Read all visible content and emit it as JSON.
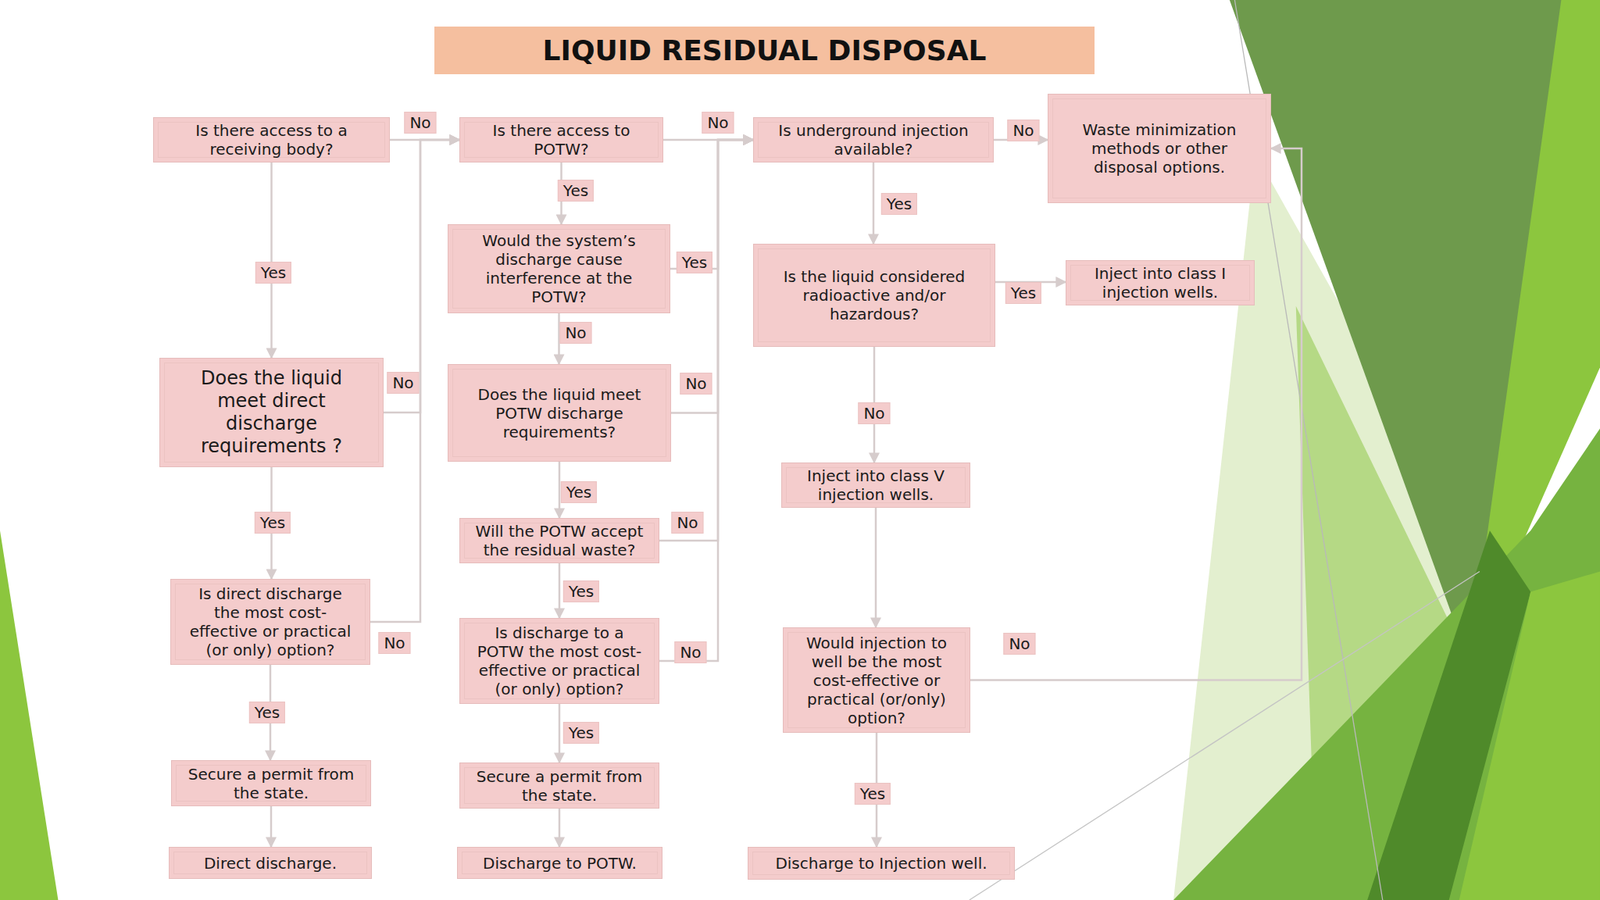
{
  "diagram": {
    "title": "LIQUID RESIDUAL DISPOSAL",
    "nodes": [
      {
        "text": [
          "Is there access to a receiving body?"
        ]
      },
      {
        "text": [
          "Is there access to POTW?"
        ]
      },
      {
        "text": [
          "Is underground injection available?"
        ]
      },
      {
        "text": [
          "Waste minimization methods or other disposal options."
        ]
      },
      {
        "text": [
          "Does the liquid meet direct discharge requirements ?"
        ]
      },
      {
        "text": [
          "Would the system’s discharge cause interference at the POTW?"
        ]
      },
      {
        "text": [
          "Is the liquid considered radioactive and/or hazardous?"
        ]
      },
      {
        "text": [
          "Inject into class I injection wells."
        ]
      },
      {
        "text": [
          "Does the liquid meet POTW discharge requirements?"
        ]
      },
      {
        "text": [
          "Inject into class V injection wells."
        ]
      },
      {
        "text": [
          "Will the POTW accept the residual waste?"
        ]
      },
      {
        "text": [
          "Is direct discharge the most cost-effective or practical (or only) option?"
        ]
      },
      {
        "text": [
          "Is discharge to a POTW the most cost-effective or practical (or only) option?"
        ]
      },
      {
        "text": [
          "Would injection to well be the most cost-effective or practical (or/only) option?"
        ]
      },
      {
        "text": [
          "Secure a permit from the state."
        ]
      },
      {
        "text": [
          "Secure a permit from the state."
        ]
      },
      {
        "text": [
          "Direct discharge."
        ]
      },
      {
        "text": [
          "Discharge to POTW."
        ]
      },
      {
        "text": [
          "Discharge to Injection well."
        ]
      }
    ],
    "edges": [
      {
        "from": 0,
        "to": 1,
        "label": "No",
        "arrow": "to"
      },
      {
        "from": 4,
        "to": 1,
        "label": "No",
        "arrow": "to"
      },
      {
        "from": 11,
        "to": 1,
        "label": "No",
        "arrow": "to"
      },
      {
        "from": 0,
        "to": 4,
        "label": "Yes",
        "arrow": "to"
      },
      {
        "from": 4,
        "to": 11,
        "label": "Yes",
        "arrow": "to"
      },
      {
        "from": 11,
        "to": 14,
        "label": "Yes",
        "arrow": "to"
      },
      {
        "from": 14,
        "to": 16,
        "arrow": "to"
      },
      {
        "from": 1,
        "to": 2,
        "label": "No",
        "arrow": "to"
      },
      {
        "from": 1,
        "to": 5,
        "label": "Yes",
        "arrow": "to"
      },
      {
        "from": 5,
        "to": 2,
        "label": "Yes",
        "arrow": "to"
      },
      {
        "from": 5,
        "to": 8,
        "label": "No",
        "arrow": "to"
      },
      {
        "from": 8,
        "to": 2,
        "label": "No",
        "arrow": "to"
      },
      {
        "from": 8,
        "to": 10,
        "label": "Yes",
        "arrow": "to"
      },
      {
        "from": 10,
        "to": 2,
        "label": "No",
        "arrow": "to"
      },
      {
        "from": 10,
        "to": 12,
        "label": "Yes",
        "arrow": "to"
      },
      {
        "from": 12,
        "to": 2,
        "label": "No",
        "arrow": "to"
      },
      {
        "from": 12,
        "to": 15,
        "label": "Yes",
        "arrow": "to"
      },
      {
        "from": 15,
        "to": 17,
        "arrow": "to"
      },
      {
        "from": 2,
        "to": 3,
        "label": "No",
        "arrow": "to"
      },
      {
        "from": 2,
        "to": 6,
        "label": "Yes",
        "arrow": "to"
      },
      {
        "from": 6,
        "to": 7,
        "label": "Yes",
        "arrow": "to"
      },
      {
        "from": 6,
        "to": 9,
        "label": "No",
        "arrow": "to"
      },
      {
        "from": 9,
        "to": 13,
        "arrow": "to"
      },
      {
        "from": 13,
        "to": 3,
        "label": "No",
        "arrow": "to"
      },
      {
        "from": 13,
        "to": 18,
        "label": "Yes",
        "arrow": "to"
      }
    ]
  }
}
